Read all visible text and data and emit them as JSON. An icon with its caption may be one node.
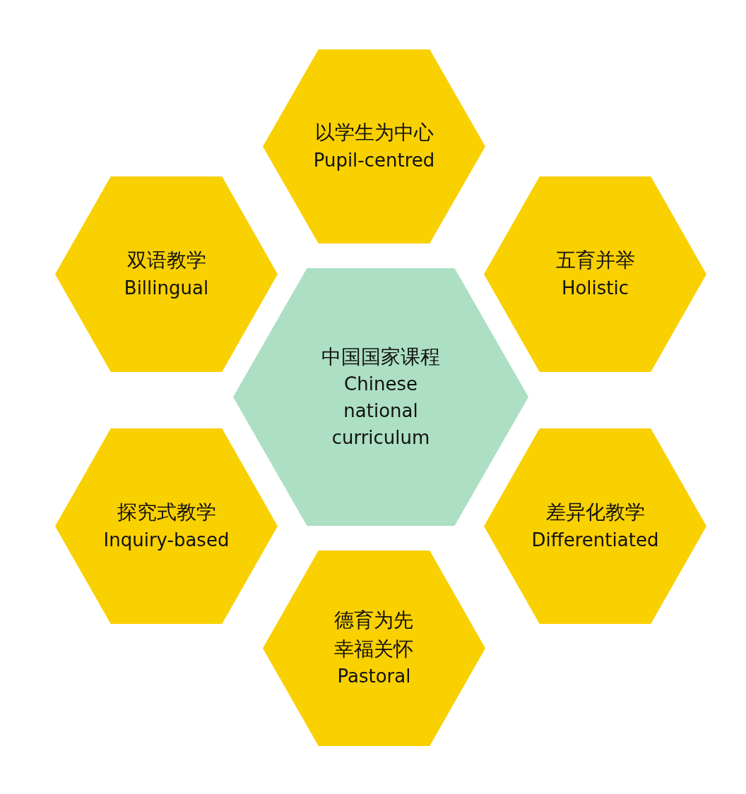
{
  "diagram": {
    "nodes": [
      {
        "text": [
          "以学生为中心",
          "Pupil-centred"
        ]
      },
      {
        "text": [
          "双语教学",
          "Billingual"
        ]
      },
      {
        "text": [
          "五育并举",
          "Holistic"
        ]
      },
      {
        "text": [
          "中国国家课程",
          "Chinese national curriculum"
        ]
      },
      {
        "text": [
          "探究式教学",
          "Inquiry-based"
        ]
      },
      {
        "text": [
          "差异化教学",
          "Differentiated"
        ]
      },
      {
        "text": [
          "德育为先幸福关怀",
          "Pastoral"
        ]
      }
    ]
  }
}
